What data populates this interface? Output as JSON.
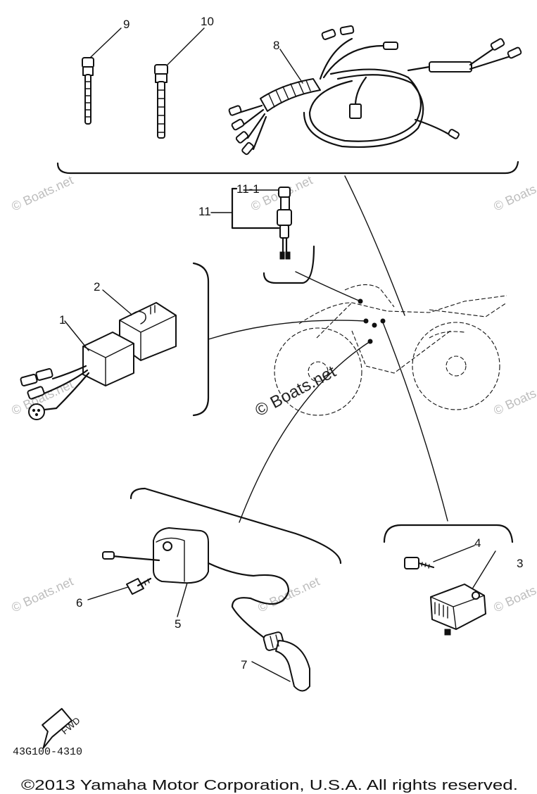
{
  "callouts": {
    "c1": "1",
    "c2": "2",
    "c3": "3",
    "c4": "4",
    "c5": "5",
    "c6": "6",
    "c7": "7",
    "c8": "8",
    "c9": "9",
    "c10": "10",
    "c11": "11",
    "c11_1": "11-1"
  },
  "watermark": "© Boats.net",
  "fwd_label": "FWD",
  "diagram_code": "43G100-4310",
  "copyright": "©2013 Yamaha Motor Corporation, U.S.A. All rights reserved."
}
